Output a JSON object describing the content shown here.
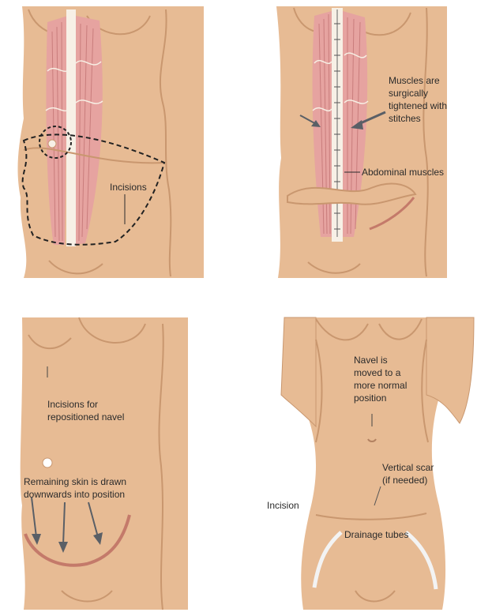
{
  "colors": {
    "skin": "#e7bb94",
    "skin_shadow": "#c9976f",
    "muscle": "#e6a3a0",
    "muscle_line": "#c97d7c",
    "linea": "#f7f0e6",
    "incision": "#c47a6a",
    "tube": "#f3f3f3",
    "arrow": "#5a5f66",
    "text": "#2b2b2b"
  },
  "panels": [
    {
      "id": "panel-1",
      "labels": {
        "incisions": "Incisions"
      }
    },
    {
      "id": "panel-2",
      "labels": {
        "muscles_line1": "Muscles are",
        "muscles_line2": "surgically",
        "muscles_line3": "tightened with",
        "muscles_line4": "stitches",
        "abdominal": "Abdominal muscles"
      }
    },
    {
      "id": "panel-3",
      "labels": {
        "navel_line1": "Incisions for",
        "navel_line2": "repositioned navel",
        "skin_line1": "Remaining skin is drawn",
        "skin_line2": "downwards into position"
      }
    },
    {
      "id": "panel-4",
      "labels": {
        "navel_line1": "Navel is",
        "navel_line2": "moved to a",
        "navel_line3": "more normal",
        "navel_line4": "position",
        "scar_line1": "Vertical scar",
        "scar_line2": "(if needed)",
        "incision": "Incision",
        "drainage": "Drainage tubes"
      }
    }
  ]
}
